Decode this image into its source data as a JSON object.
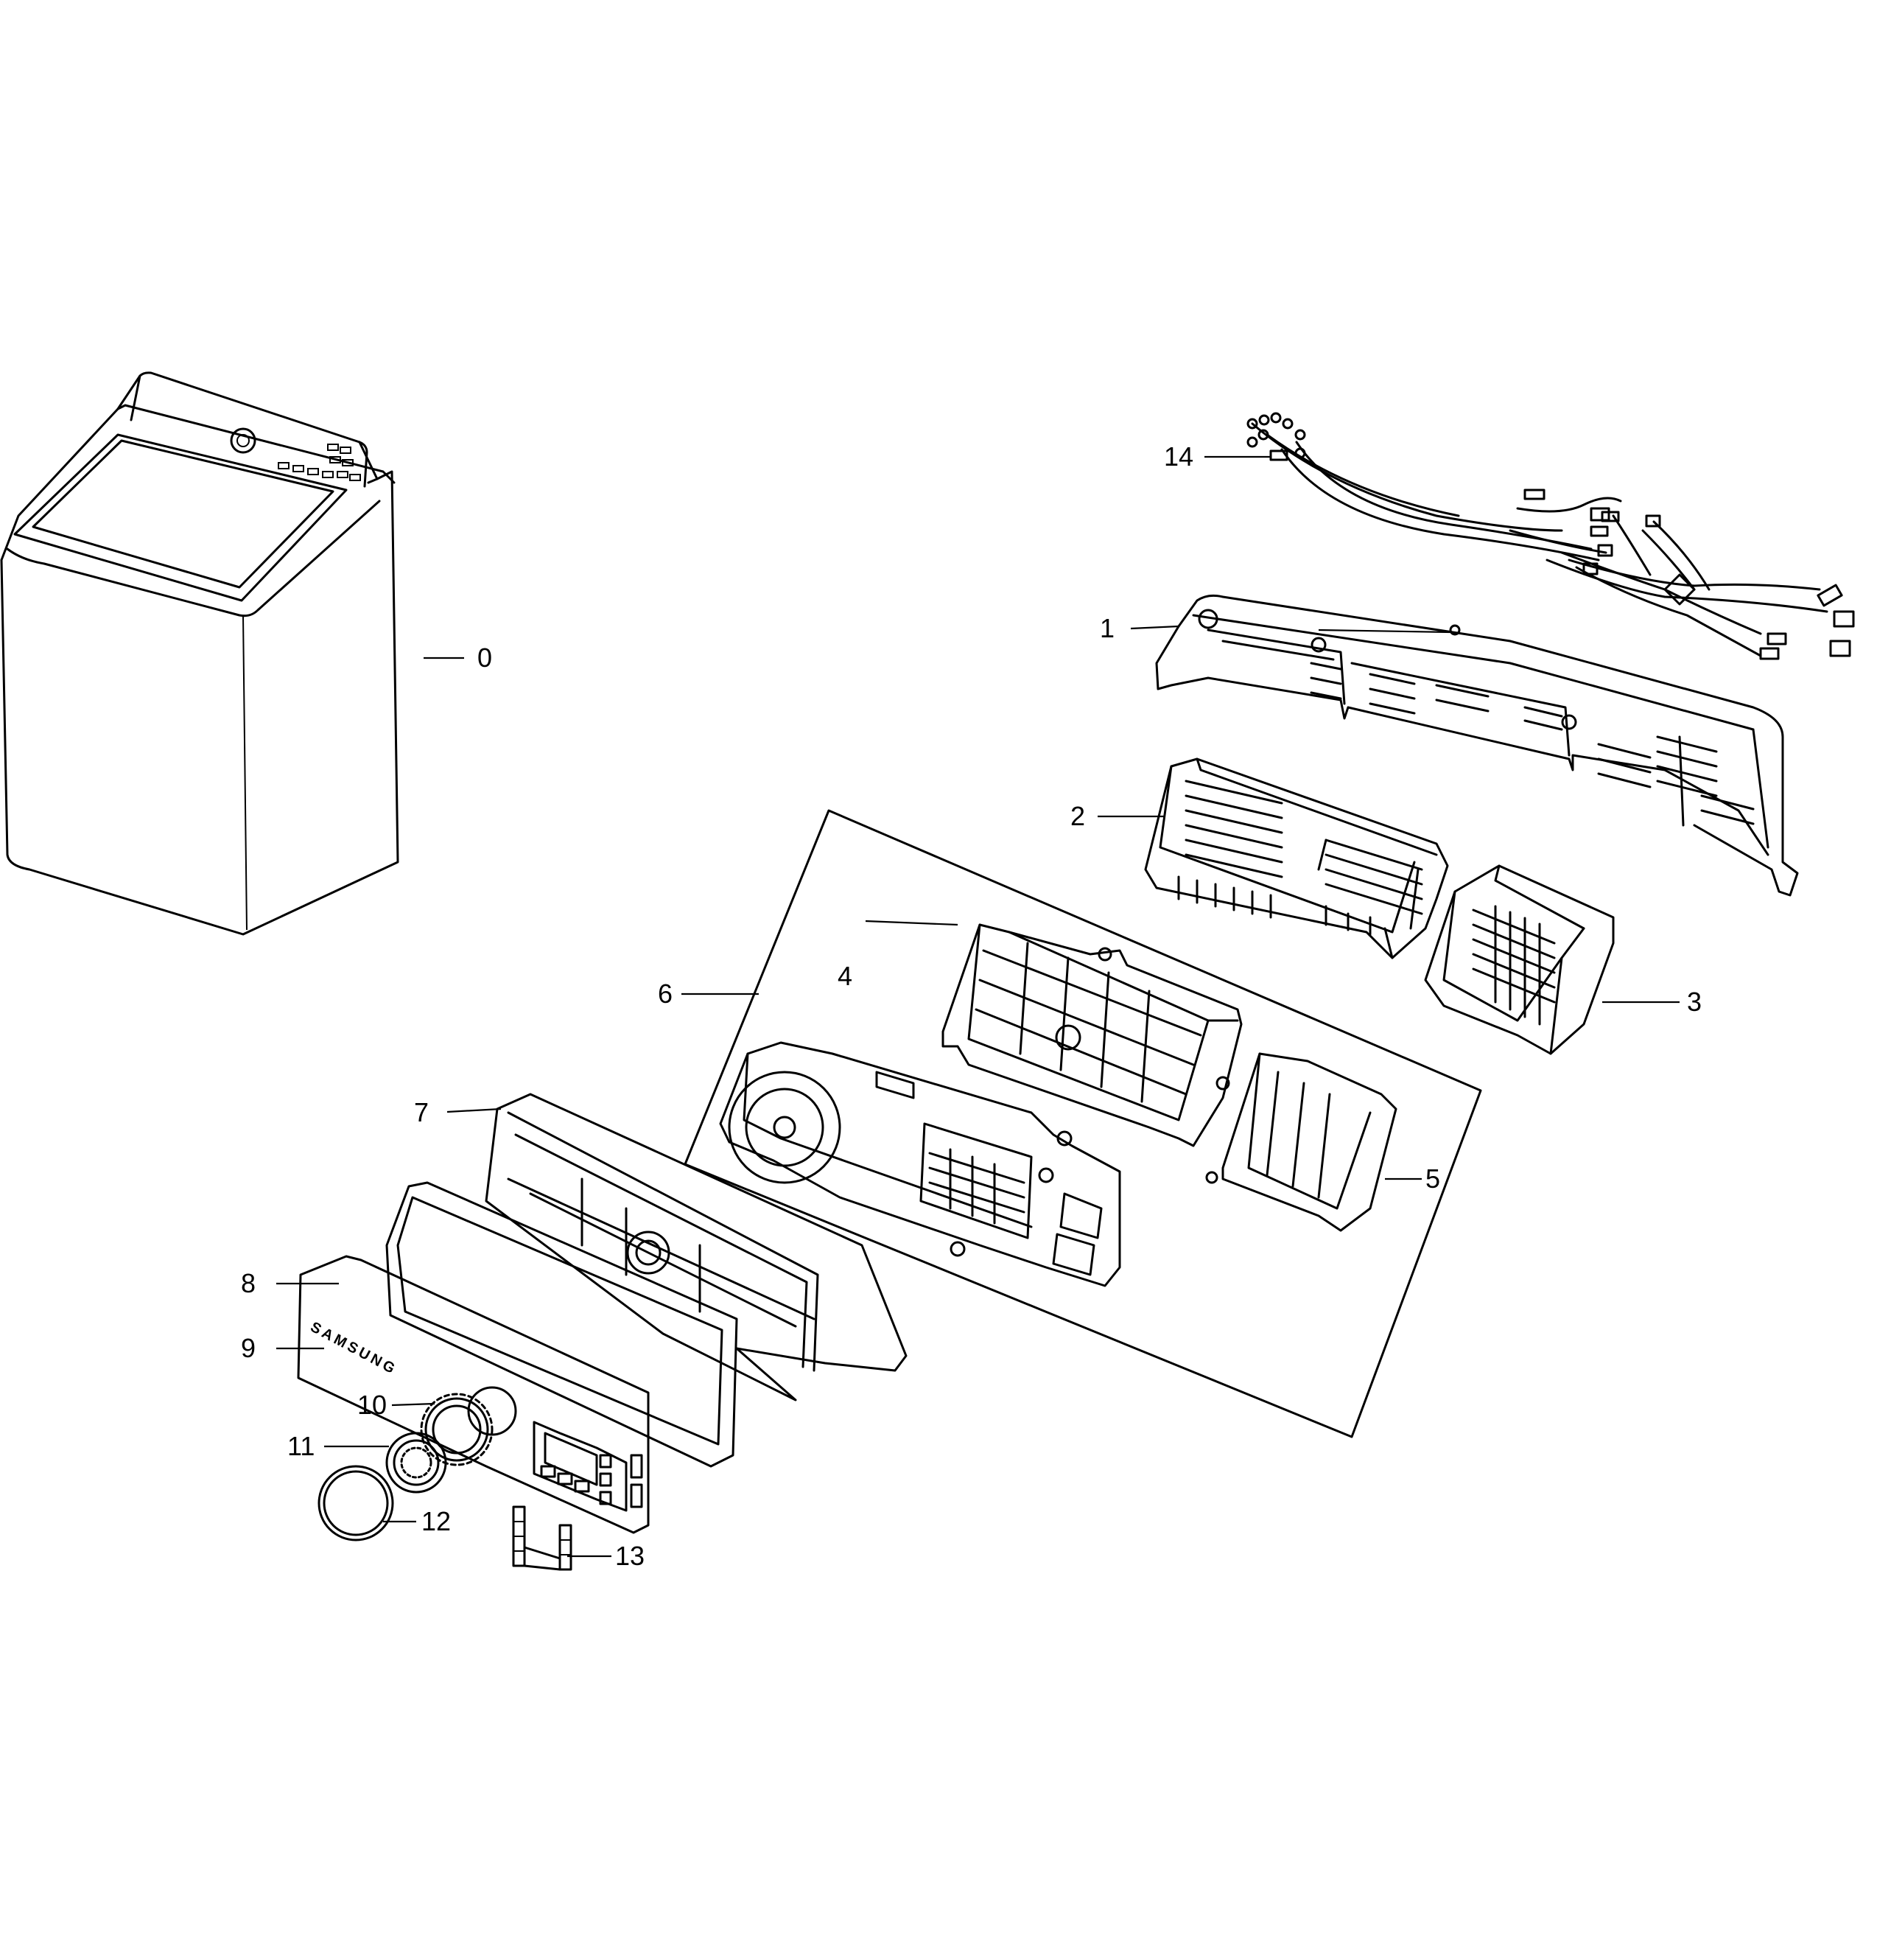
{
  "callouts": [
    "0",
    "1",
    "2",
    "3",
    "4",
    "5",
    "6",
    "7",
    "8",
    "9",
    "10",
    "11",
    "12",
    "13",
    "14"
  ],
  "parts": {
    "p0": "washer",
    "p1": "control-panel-housing",
    "p2": "pcb-cover-left",
    "p3": "pcb-cover-right",
    "p4": "pcb-upper-case",
    "p5": "pcb-small-module",
    "p6": "pcb-assembly-main",
    "p7": "control-frame",
    "p8": "control-panel-window",
    "p9": "logo-badge",
    "p10": "knob-ring",
    "p11": "knob-gear",
    "p12": "knob-cap",
    "p13": "button-membrane",
    "p14": "wire-harness"
  },
  "logo_text": "SAMSUNG"
}
